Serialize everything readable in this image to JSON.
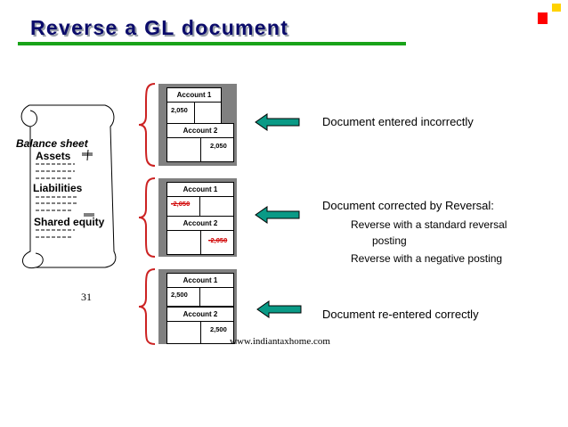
{
  "slide": {
    "title": "Reverse a GL document",
    "page_number": "31",
    "footer_url": "www.indiantaxhome.com"
  },
  "colors": {
    "title": "#0b0b6b",
    "underline": "#19a319",
    "arrow_fill": "#0a9a86",
    "brace": "#cc2222",
    "panel": "#808080",
    "strike": "#d00000"
  },
  "scroll": {
    "heading": "Balance sheet",
    "items": [
      "Assets",
      "Liabilities",
      "Shared equity"
    ]
  },
  "panels": [
    {
      "account1": {
        "label": "Account 1",
        "value": "2,050",
        "struck": false
      },
      "account2": {
        "label": "Account 2",
        "value": "2,050",
        "struck": false
      }
    },
    {
      "account1": {
        "label": "Account 1",
        "value": "-2,050",
        "struck": true
      },
      "account2": {
        "label": "Account 2",
        "value": "-2,050",
        "struck": true
      }
    },
    {
      "account1": {
        "label": "Account 1",
        "value": "2,500",
        "struck": false
      },
      "account2": {
        "label": "Account 2",
        "value": "2,500",
        "struck": false
      }
    }
  ],
  "descriptions": {
    "incorrect": "Document entered incorrectly",
    "reversal": "Document corrected by Reversal:",
    "reversal_opt1_line1": "Reverse with a standard reversal",
    "reversal_opt1_line2": "posting",
    "reversal_opt2": "Reverse with a negative posting",
    "reentered": "Document re-entered correctly"
  }
}
